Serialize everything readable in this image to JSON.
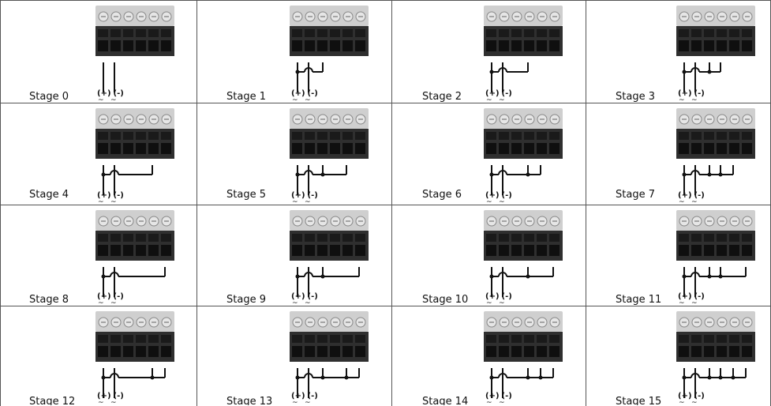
{
  "stages": [
    {
      "label": "Stage 0"
    },
    {
      "label": "Stage 1"
    },
    {
      "label": "Stage 2"
    },
    {
      "label": "Stage 3"
    },
    {
      "label": "Stage 4"
    },
    {
      "label": "Stage 5"
    },
    {
      "label": "Stage 6"
    },
    {
      "label": "Stage 7"
    },
    {
      "label": "Stage 8"
    },
    {
      "label": "Stage 9"
    },
    {
      "label": "Stage 10"
    },
    {
      "label": "Stage 11"
    },
    {
      "label": "Stage 12"
    },
    {
      "label": "Stage 13"
    },
    {
      "label": "Stage 14"
    },
    {
      "label": "Stage 15"
    }
  ],
  "polarity": {
    "positive": "(+)",
    "negative": "(-)",
    "tilde": "~"
  },
  "colors": {
    "terminal_body": "#2f2f2f",
    "terminal_top": "#cfcfcf",
    "screw": "#e6e6e6",
    "wire": "#111111",
    "grid_line": "#555555"
  }
}
